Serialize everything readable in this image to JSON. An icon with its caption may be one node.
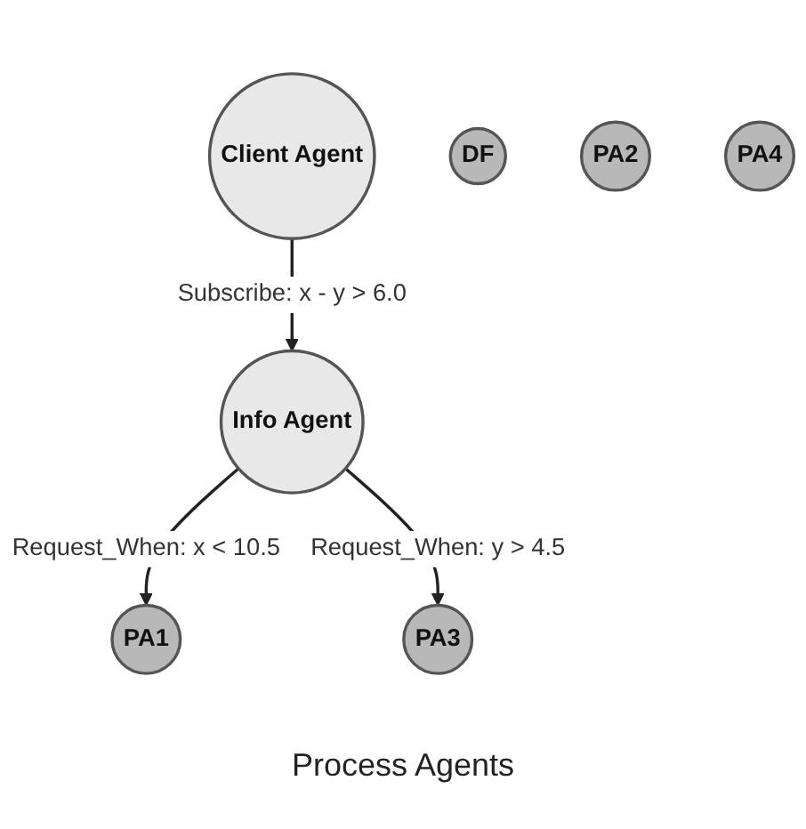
{
  "diagram": {
    "nodes": [
      {
        "text": [
          "Client Agent"
        ]
      },
      {
        "text": [
          "DF"
        ]
      },
      {
        "text": [
          "Info Agent"
        ]
      },
      {
        "text": [
          "PA1"
        ]
      },
      {
        "text": [
          "PA2"
        ]
      },
      {
        "text": [
          "PA3"
        ]
      },
      {
        "text": [
          "PA4"
        ]
      }
    ],
    "edges": [
      {
        "from": 0,
        "to": 2,
        "arrow": "to",
        "label": "Subscribe: x - y > 6.0"
      },
      {
        "from": 2,
        "to": 3,
        "arrow": "to",
        "label": "Request_When: x < 10.5"
      },
      {
        "from": 2,
        "to": 5,
        "arrow": "to",
        "label": "Request_When: y > 4.5"
      }
    ],
    "labels": [
      "Process Agents"
    ]
  }
}
